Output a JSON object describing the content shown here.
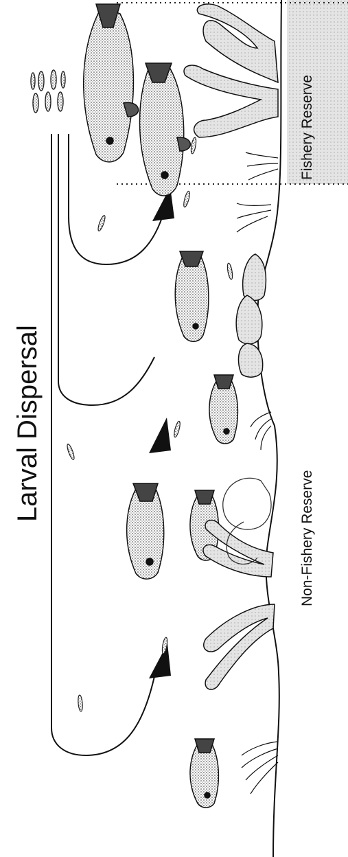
{
  "title": "Larval Dispersal",
  "zones": {
    "reserve": "Fishery Reserve",
    "non_reserve": "Non-Fishery Reserve"
  },
  "colors": {
    "ink": "#111111",
    "reserve_shade": "#dcdcdc",
    "coral_shade": "#cfcfcf"
  },
  "icons": [
    "adult-fish-icon",
    "larva-icon",
    "dispersal-arrow-icon",
    "coral-icon",
    "seagrass-icon",
    "rock-icon"
  ]
}
